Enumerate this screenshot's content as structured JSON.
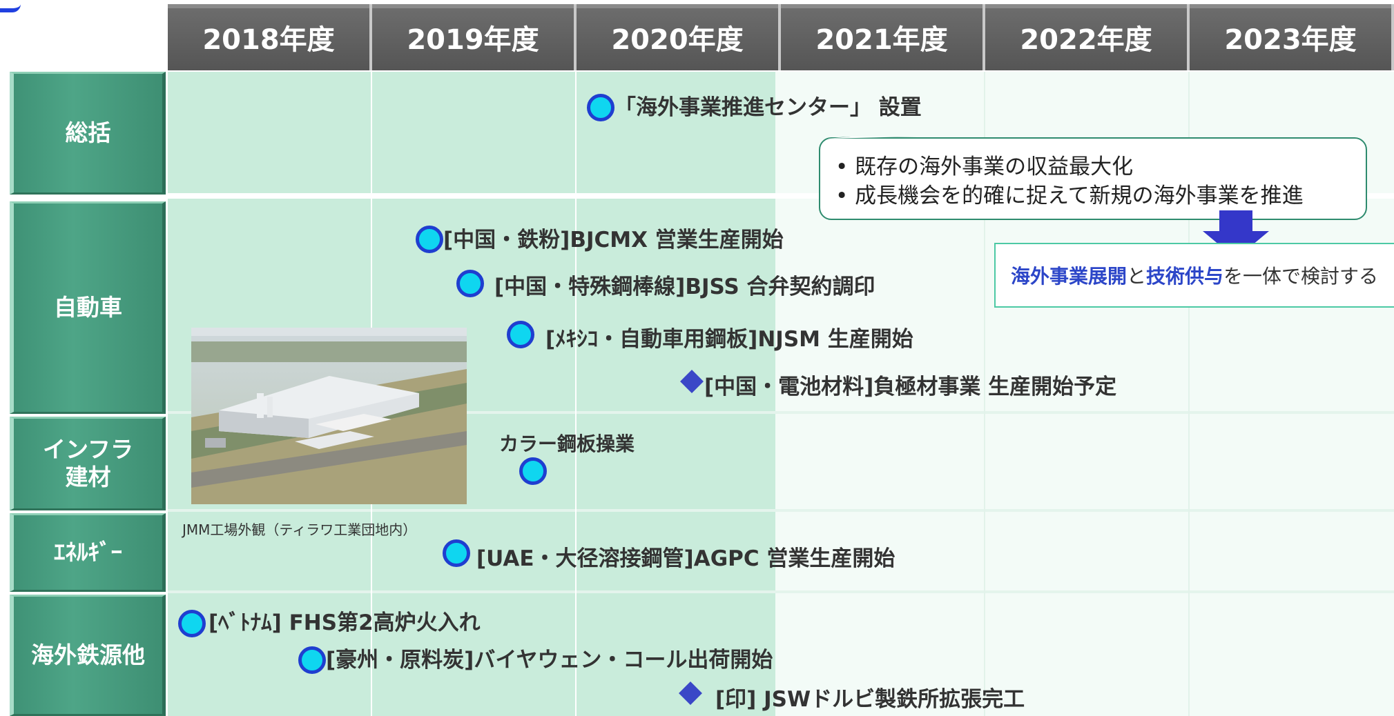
{
  "years": [
    "2018年度",
    "2019年度",
    "2020年度",
    "2021年度",
    "2022年度",
    "2023年度"
  ],
  "rows": {
    "general": "総括",
    "automotive": "自動車",
    "infra": "インフラ\n建材",
    "energy": "ｴﾈﾙｷﾞｰ",
    "overseas": "海外鉄源他"
  },
  "events": {
    "center": "「海外事業推進センター」 設置",
    "bjcmx": "[中国・鉄粉]BJCMX  営業生産開始",
    "bjss": "[中国・特殊鋼棒線]BJSS 合弁契約調印",
    "njsm": "[ﾒｷｼｺ・自動車用鋼板]NJSM 生産開始",
    "battery": "[中国・電池材料]負極材事業 生産開始予定",
    "color": "カラー鋼板操業",
    "agpc": "[UAE・大径溶接鋼管]AGPC 営業生産開始",
    "fhs": "[ﾍﾞﾄﾅﾑ] FHS第2高炉火入れ",
    "coal": "[豪州・原料炭]バイヤウェン・コール出荷開始",
    "jsw": "[印] JSWドルビ製鉄所拡張完工"
  },
  "callout": {
    "line1": "• 既存の海外事業の収益最大化",
    "line2": "• 成長機会を的確に捉えて新規の海外事業を推進"
  },
  "note": {
    "part1": "海外事業展開",
    "part2": "と",
    "part3": "技術供与",
    "part4": "を一体で検討する"
  },
  "photo_caption": "JMM工場外観（ティラワ工業団地内）",
  "colors": {
    "header": "#5f5f5f",
    "row_label": "#479e80",
    "grid_green": "#c9ecdb",
    "marker_fill": "#0fd6f0",
    "marker_ring": "#1f3ed0",
    "diamond": "#3a47c7",
    "accent_text": "#2c46c8"
  }
}
